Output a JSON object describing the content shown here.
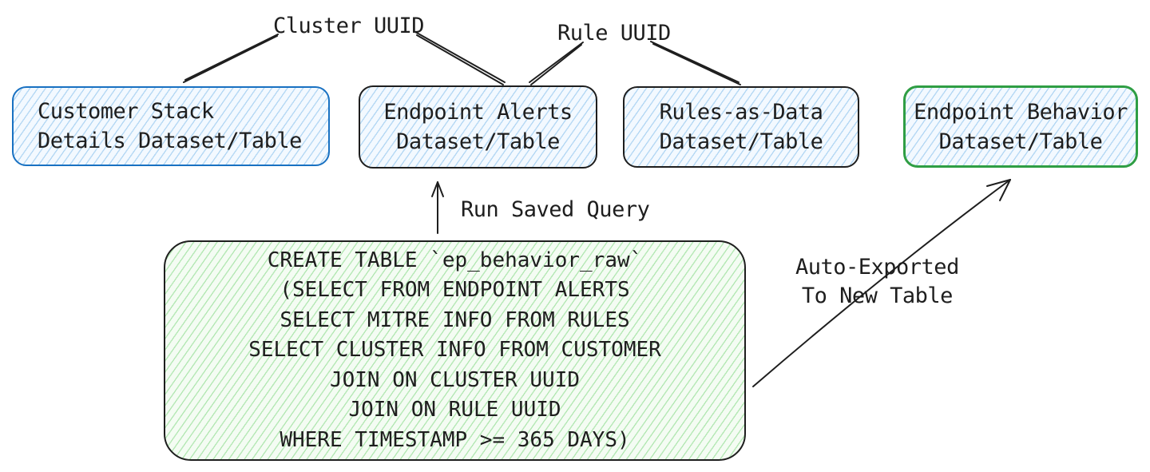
{
  "nodes": {
    "customer": {
      "lines": [
        "Customer Stack",
        "Details Dataset/Table"
      ],
      "stroke": "#1971c2",
      "fill": "#a5d8ff"
    },
    "alerts": {
      "lines": [
        "Endpoint Alerts",
        "Dataset/Table"
      ],
      "stroke": "#1e1e1e",
      "fill": "#a5d8ff"
    },
    "rules": {
      "lines": [
        "Rules-as-Data",
        "Dataset/Table"
      ],
      "stroke": "#1e1e1e",
      "fill": "#a5d8ff"
    },
    "behavior": {
      "lines": [
        "Endpoint Behavior",
        "Dataset/Table"
      ],
      "stroke": "#2f9e44",
      "fill": "#a5d8ff"
    },
    "query": {
      "lines": [
        "CREATE TABLE `ep_behavior_raw`",
        "(SELECT FROM ENDPOINT ALERTS",
        "SELECT MITRE INFO FROM RULES",
        "SELECT CLUSTER INFO FROM CUSTOMER",
        "JOIN ON CLUSTER UUID",
        "JOIN ON RULE UUID",
        "WHERE TIMESTAMP >= 365 DAYS)"
      ],
      "stroke": "#1e1e1e",
      "fill": "#b2f2bb"
    }
  },
  "labels": {
    "cluster_uuid": "Cluster UUID",
    "rule_uuid": "Rule UUID",
    "run_saved_query": "Run Saved Query",
    "auto_exported": [
      "Auto-Exported",
      "To New Table"
    ]
  },
  "icons": {
    "run_query_arrow": "arrow-up-icon",
    "export_arrow": "arrow-up-right-icon"
  }
}
